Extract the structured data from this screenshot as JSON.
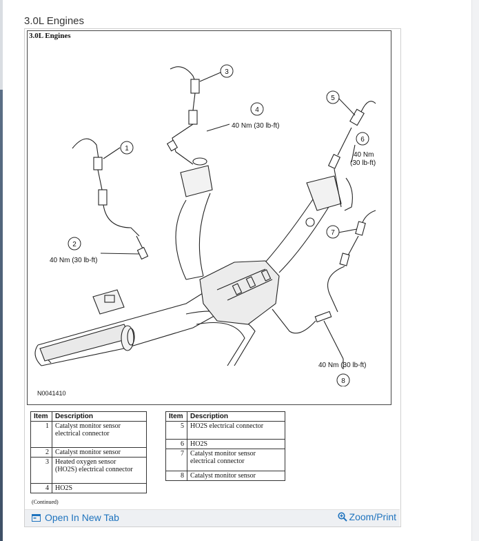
{
  "page": {
    "heading": "3.0L Engines"
  },
  "figure": {
    "title": "3.0L Engines",
    "figure_id": "N0041410",
    "callouts": [
      {
        "num": "1"
      },
      {
        "num": "2"
      },
      {
        "num": "3"
      },
      {
        "num": "4"
      },
      {
        "num": "5"
      },
      {
        "num": "6"
      },
      {
        "num": "7"
      },
      {
        "num": "8"
      }
    ],
    "torque_labels": {
      "c2": "40 Nm (30 lb-ft)",
      "c4": "40 Nm (30 lb-ft)",
      "c6_line1": "40 Nm",
      "c6_line2": "(30 lb-ft)",
      "c8": "40 Nm (30 lb-ft)"
    }
  },
  "table_left": {
    "headers": {
      "item": "Item",
      "description": "Description"
    },
    "rows": [
      {
        "item": "1",
        "line1": "Catalyst monitor sensor",
        "line2": "electrical connector"
      },
      {
        "item": "2",
        "line1": "Catalyst monitor sensor",
        "line2": ""
      },
      {
        "item": "3",
        "line1": "Heated oxygen sensor",
        "line2": "(HO2S) electrical connector"
      },
      {
        "item": "4",
        "line1": "HO2S",
        "line2": ""
      }
    ],
    "continued": "(Continued)"
  },
  "table_right": {
    "headers": {
      "item": "Item",
      "description": "Description"
    },
    "rows": [
      {
        "item": "5",
        "line1": "HO2S electrical connector",
        "line2": ""
      },
      {
        "item": "6",
        "line1": "HO2S",
        "line2": ""
      },
      {
        "item": "7",
        "line1": "Catalyst monitor sensor",
        "line2": "electrical connector"
      },
      {
        "item": "8",
        "line1": "Catalyst monitor sensor",
        "line2": ""
      }
    ]
  },
  "actions": {
    "open_new_tab": "Open In New Tab",
    "zoom_print": "Zoom/Print",
    "link_color": "#1e73be"
  }
}
